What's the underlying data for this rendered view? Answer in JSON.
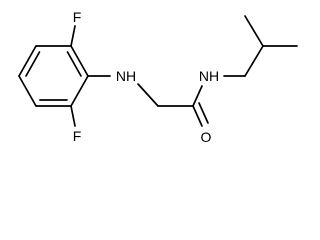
{
  "molecule": {
    "atoms": {
      "fluorine_top": "F",
      "fluorine_bottom": "F",
      "amine_nitrogen": "NH",
      "amide_nitrogen": "NH",
      "carbonyl_oxygen": "O"
    }
  },
  "colors": {
    "bond": "#000000",
    "label": "#000000",
    "background": "#ffffff"
  }
}
